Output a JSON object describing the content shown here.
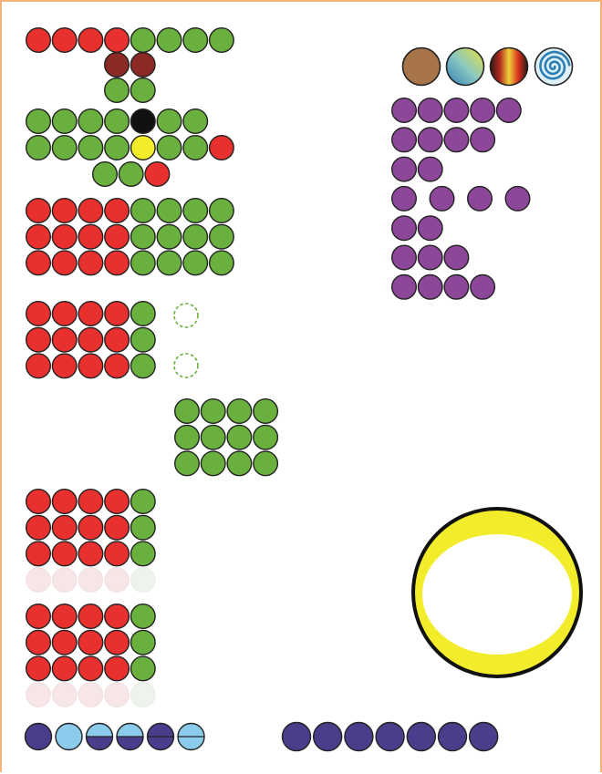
{
  "colors": {
    "red": "#e8302e",
    "green": "#6ab03e",
    "dark_red": "#8b2a24",
    "black": "#111111",
    "yellow": "#f3ec2b",
    "purple": "#8c4798",
    "navy": "#4a3d8c",
    "light_blue": "#8ccbec",
    "brown": "#a8744a",
    "outline": "#222222",
    "border": "#f2b27a",
    "faded_pink": "#f6e6e8",
    "faded_green": "#eef3ec"
  },
  "groups": {
    "top_strip": {
      "counters": [
        "red",
        "red",
        "red",
        "red",
        "green",
        "green",
        "green",
        "green"
      ]
    },
    "figure": {
      "row_1": [
        "dark_red",
        "dark_red"
      ],
      "row_2": [
        "green",
        "green"
      ],
      "row_3": [
        "green",
        "green",
        "green",
        "green",
        "black",
        "green",
        "green"
      ],
      "row_4": [
        "green",
        "green",
        "green",
        "green",
        "yellow",
        "green",
        "green",
        "red"
      ],
      "row_5": [
        "green",
        "green",
        "red"
      ]
    },
    "array_4_red_4_green_x3": {
      "rows": 3,
      "red_per_row": 4,
      "green_per_row": 4
    },
    "array_4_red_1_green_x3": {
      "rows": 3,
      "red_per_row": 4,
      "green_per_row": 1,
      "dashed_placeholders": 2
    },
    "green_array": {
      "rows": 3,
      "cols": 4
    },
    "array_4_red_1_green_x3_faded_a": {
      "rows": 3,
      "red_per_row": 4,
      "green_per_row": 1,
      "faded_rows": 1
    },
    "array_4_red_1_green_x3_faded_b": {
      "rows": 3,
      "red_per_row": 4,
      "green_per_row": 1,
      "faded_rows": 1
    },
    "sample_counters": [
      "brown-counter",
      "gradient-counter",
      "spectrum-counter",
      "spiral-counter"
    ],
    "purple_counters": {
      "row_counts": [
        5,
        4,
        2,
        4,
        2,
        3,
        4
      ]
    },
    "bottom_left_counters": [
      "navy",
      "light_blue",
      "half_light_navy",
      "half_light_navy",
      "navy_lined",
      "light_blue_lined"
    ],
    "bottom_right_counters": {
      "count": 7,
      "color": "navy"
    },
    "ring": {
      "fill": "yellow"
    }
  }
}
